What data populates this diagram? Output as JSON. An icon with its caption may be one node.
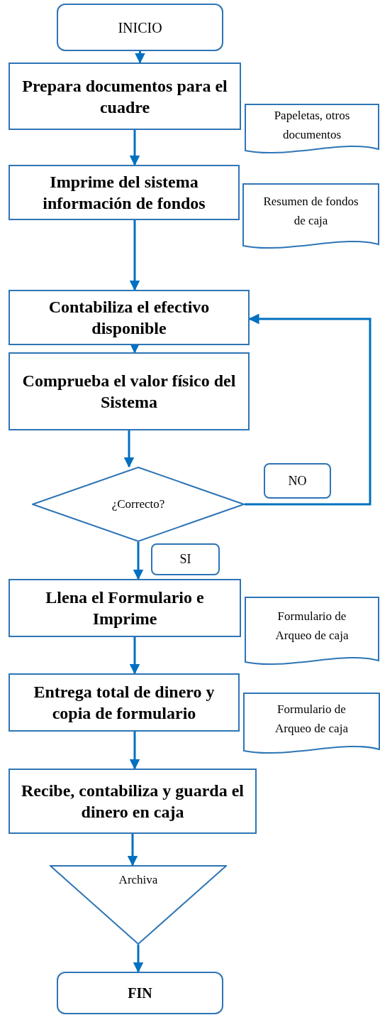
{
  "diagram": {
    "nodes": [
      {
        "text": [
          "INICIO"
        ]
      },
      {
        "text": [
          "Prepara documentos para el cuadre"
        ]
      },
      {
        "text": [
          "Papeletas, otros documentos"
        ]
      },
      {
        "text": [
          "Imprime del sistema información de fondos"
        ]
      },
      {
        "text": [
          "Resumen de fondos de caja"
        ]
      },
      {
        "text": [
          "Contabiliza el efectivo disponible"
        ]
      },
      {
        "text": [
          "Comprueba el valor físico del Sistema"
        ]
      },
      {
        "text": [
          "¿Correcto?"
        ]
      },
      {
        "text": [
          "Llena el Formulario e Imprime"
        ]
      },
      {
        "text": [
          "Formulario de Arqueo de caja"
        ]
      },
      {
        "text": [
          "Entrega total de dinero y copia de formulario"
        ]
      },
      {
        "text": [
          "Formulario de Arqueo de caja"
        ]
      },
      {
        "text": [
          "Recibe, contabiliza y guarda el dinero en caja"
        ]
      },
      {
        "text": [
          "Archiva"
        ]
      },
      {
        "text": [
          "FIN"
        ]
      }
    ],
    "edges": [
      {
        "from": 0,
        "to": 1,
        "arrow": "to"
      },
      {
        "from": 1,
        "to": 3,
        "arrow": "to"
      },
      {
        "from": 3,
        "to": 5,
        "arrow": "to"
      },
      {
        "from": 5,
        "to": 6,
        "arrow": "to"
      },
      {
        "from": 6,
        "to": 7,
        "arrow": "to"
      },
      {
        "from": 7,
        "to": 5,
        "arrow": "to",
        "label": "NO"
      },
      {
        "from": 7,
        "to": 8,
        "arrow": "to",
        "label": "SI"
      },
      {
        "from": 8,
        "to": 10,
        "arrow": "to"
      },
      {
        "from": 10,
        "to": 12,
        "arrow": "to"
      },
      {
        "from": 12,
        "to": 13,
        "arrow": "to"
      },
      {
        "from": 13,
        "to": 14,
        "arrow": "to"
      }
    ]
  }
}
